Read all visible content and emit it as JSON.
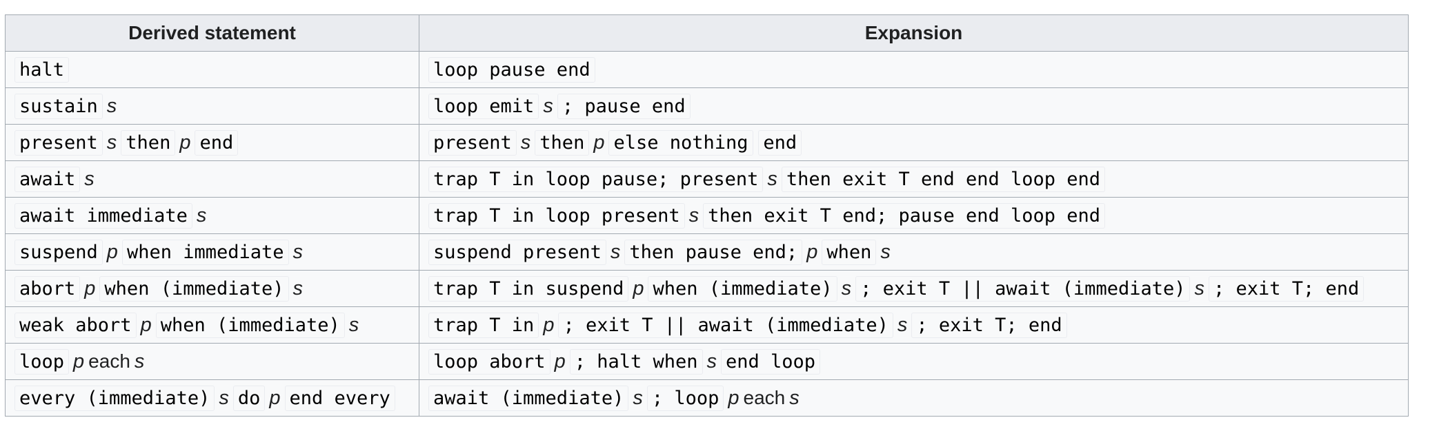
{
  "headers": {
    "derived": "Derived statement",
    "expansion": "Expansion"
  },
  "rows": [
    {
      "derived": [
        {
          "t": "code",
          "v": "halt"
        }
      ],
      "expansion": [
        {
          "t": "code",
          "v": "loop pause end"
        }
      ]
    },
    {
      "derived": [
        {
          "t": "code",
          "v": "sustain"
        },
        {
          "t": "var",
          "v": "s"
        }
      ],
      "expansion": [
        {
          "t": "code",
          "v": "loop emit"
        },
        {
          "t": "var",
          "v": "s"
        },
        {
          "t": "code",
          "v": "; pause end"
        }
      ]
    },
    {
      "derived": [
        {
          "t": "code",
          "v": "present"
        },
        {
          "t": "var",
          "v": "s"
        },
        {
          "t": "code",
          "v": "then"
        },
        {
          "t": "var",
          "v": "p"
        },
        {
          "t": "code",
          "v": "end"
        }
      ],
      "expansion": [
        {
          "t": "code",
          "v": "present"
        },
        {
          "t": "var",
          "v": "s"
        },
        {
          "t": "code",
          "v": "then"
        },
        {
          "t": "var",
          "v": "p"
        },
        {
          "t": "code",
          "v": "else nothing"
        },
        {
          "t": "code",
          "v": "end"
        }
      ]
    },
    {
      "derived": [
        {
          "t": "code",
          "v": "await"
        },
        {
          "t": "var",
          "v": "s"
        }
      ],
      "expansion": [
        {
          "t": "code",
          "v": "trap T in loop pause; present"
        },
        {
          "t": "var",
          "v": "s"
        },
        {
          "t": "code",
          "v": "then exit T end end loop end"
        }
      ]
    },
    {
      "derived": [
        {
          "t": "code",
          "v": "await immediate"
        },
        {
          "t": "var",
          "v": "s"
        }
      ],
      "expansion": [
        {
          "t": "code",
          "v": "trap T in loop present"
        },
        {
          "t": "var",
          "v": "s"
        },
        {
          "t": "code",
          "v": "then exit T end; pause end loop end"
        }
      ]
    },
    {
      "derived": [
        {
          "t": "code",
          "v": "suspend"
        },
        {
          "t": "var",
          "v": "p"
        },
        {
          "t": "code",
          "v": "when immediate"
        },
        {
          "t": "var",
          "v": "s"
        }
      ],
      "expansion": [
        {
          "t": "code",
          "v": "suspend present"
        },
        {
          "t": "var",
          "v": "s"
        },
        {
          "t": "code",
          "v": "then pause end;"
        },
        {
          "t": "var",
          "v": "p"
        },
        {
          "t": "code",
          "v": "when"
        },
        {
          "t": "var",
          "v": "s"
        }
      ]
    },
    {
      "derived": [
        {
          "t": "code",
          "v": "abort"
        },
        {
          "t": "var",
          "v": "p"
        },
        {
          "t": "code",
          "v": "when (immediate)"
        },
        {
          "t": "var",
          "v": "s"
        }
      ],
      "expansion": [
        {
          "t": "code",
          "v": "trap T in suspend"
        },
        {
          "t": "var",
          "v": "p"
        },
        {
          "t": "code",
          "v": "when (immediate)"
        },
        {
          "t": "var",
          "v": "s"
        },
        {
          "t": "code",
          "v": "; exit T || await (immediate)"
        },
        {
          "t": "var",
          "v": "s"
        },
        {
          "t": "code",
          "v": "; exit T; end"
        }
      ]
    },
    {
      "derived": [
        {
          "t": "code",
          "v": "weak abort"
        },
        {
          "t": "var",
          "v": "p"
        },
        {
          "t": "code",
          "v": "when (immediate)"
        },
        {
          "t": "var",
          "v": "s"
        }
      ],
      "expansion": [
        {
          "t": "code",
          "v": "trap T in"
        },
        {
          "t": "var",
          "v": "p"
        },
        {
          "t": "code",
          "v": "; exit T || await (immediate)"
        },
        {
          "t": "var",
          "v": "s"
        },
        {
          "t": "code",
          "v": "; exit T; end"
        }
      ]
    },
    {
      "derived": [
        {
          "t": "code",
          "v": "loop"
        },
        {
          "t": "var",
          "v": "p"
        },
        {
          "t": "text",
          "v": "each"
        },
        {
          "t": "var",
          "v": "s"
        }
      ],
      "expansion": [
        {
          "t": "code",
          "v": "loop abort"
        },
        {
          "t": "var",
          "v": "p"
        },
        {
          "t": "code",
          "v": "; halt when"
        },
        {
          "t": "var",
          "v": "s"
        },
        {
          "t": "code",
          "v": "end loop"
        }
      ]
    },
    {
      "derived": [
        {
          "t": "code",
          "v": "every (immediate)"
        },
        {
          "t": "var",
          "v": "s"
        },
        {
          "t": "code",
          "v": "do"
        },
        {
          "t": "var",
          "v": "p"
        },
        {
          "t": "code",
          "v": "end every"
        }
      ],
      "expansion": [
        {
          "t": "code",
          "v": "await (immediate)"
        },
        {
          "t": "var",
          "v": "s"
        },
        {
          "t": "code",
          "v": "; loop"
        },
        {
          "t": "var",
          "v": "p"
        },
        {
          "t": "text",
          "v": "each"
        },
        {
          "t": "var",
          "v": "s"
        }
      ]
    }
  ]
}
